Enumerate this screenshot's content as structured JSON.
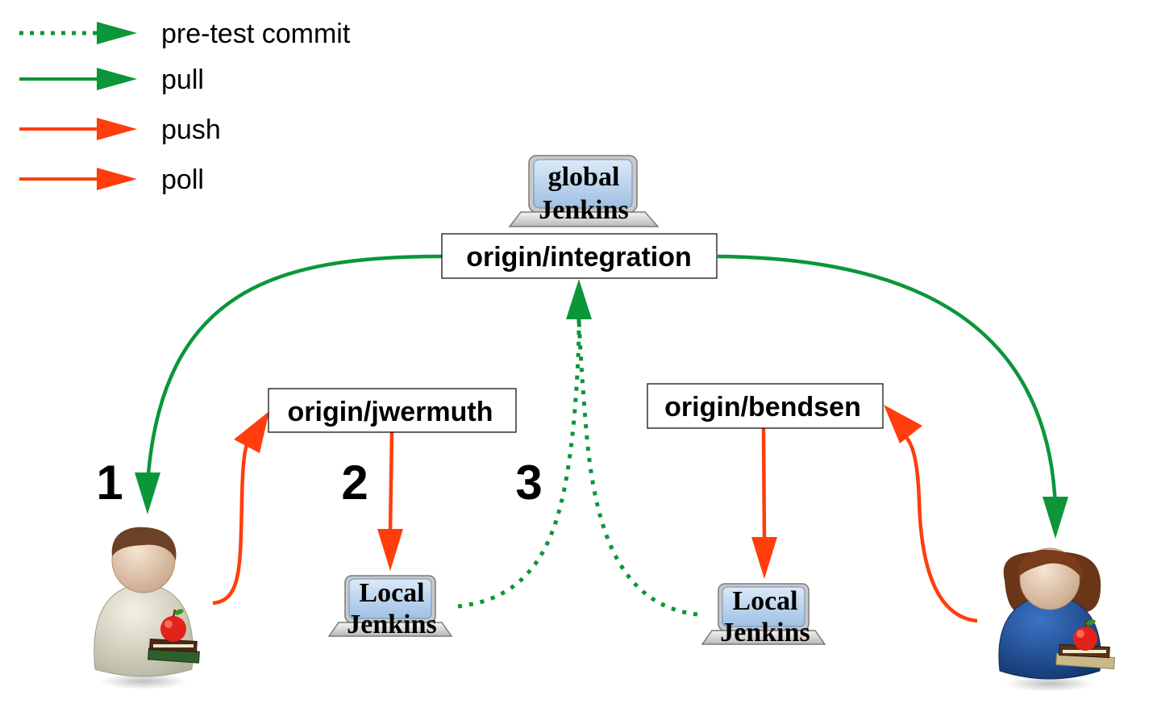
{
  "legend": {
    "pre_test_commit": "pre-test commit",
    "pull": "pull",
    "push": "push",
    "poll": "poll"
  },
  "colors": {
    "green": "#0b9639",
    "red": "#ff3d0d",
    "screen_blue": "#b9d3ee",
    "person_left_shirt": "#dedcc8",
    "person_right_shirt": "#1e4f98"
  },
  "branches": {
    "integration": "origin/integration",
    "jwermuth": "origin/jwermuth",
    "bendsen": "origin/bendsen"
  },
  "servers": {
    "global_line1": "global",
    "global_line2": "Jenkins",
    "local_left_line1": "Local",
    "local_left_line2": "Jenkins",
    "local_right_line1": "Local",
    "local_right_line2": "Jenkins"
  },
  "steps": {
    "one": "1",
    "two": "2",
    "three": "3"
  },
  "icons": {
    "left_person": "developer-with-books-icon",
    "right_person": "developer-with-books-icon",
    "laptops": "laptop-icon"
  }
}
